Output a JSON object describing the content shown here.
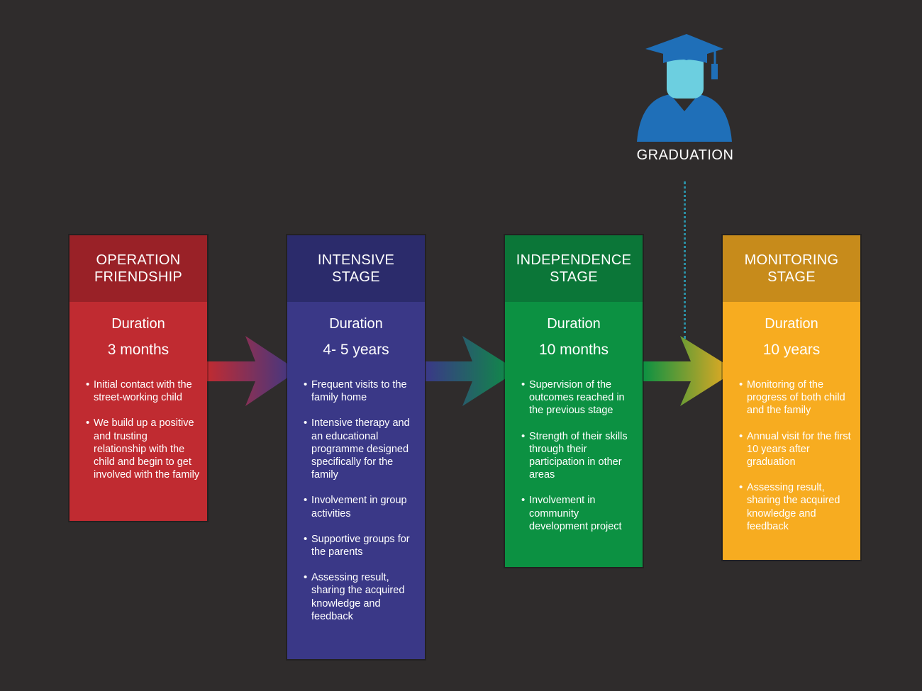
{
  "graduation": {
    "label": "GRADUATION",
    "icon": "graduate-icon"
  },
  "stages": [
    {
      "title": "OPERATION\nFRIENDSHIP",
      "duration_label": "Duration",
      "duration": "3 months",
      "points": [
        "Initial contact with the street-working child",
        "We build up a positive and trusting relationship with the child and begin to get involved with the family"
      ]
    },
    {
      "title": "INTENSIVE\nSTAGE",
      "duration_label": "Duration",
      "duration": "4- 5 years",
      "points": [
        "Frequent visits to the family home",
        "Intensive therapy and an educational programme designed specifically for the family",
        "Involvement in group activities",
        "Supportive groups for the parents",
        "Assessing result, sharing the acquired knowledge and feedback"
      ]
    },
    {
      "title": "INDEPENDENCE\nSTAGE",
      "duration_label": "Duration",
      "duration": "10 months",
      "points": [
        "Supervision of the outcomes reached in the previous stage",
        "Strength of their skills through their participation in other areas",
        "Involvement in community development project"
      ]
    },
    {
      "title": "MONITORING\nSTAGE",
      "duration_label": "Duration",
      "duration": "10 years",
      "points": [
        "Monitoring of the progress of both child and the family",
        "Annual visit for the first 10 years after graduation",
        "Assessing result, sharing the acquired knowledge and feedback"
      ]
    }
  ],
  "colors": {
    "background": "#2f2c2c",
    "stage_1": "#c02b31",
    "stage_2": "#3a3887",
    "stage_3": "#0c9142",
    "stage_4": "#f7ac20",
    "graduate_cap": "#1f6fb8",
    "graduate_face": "#6ccfe0"
  }
}
